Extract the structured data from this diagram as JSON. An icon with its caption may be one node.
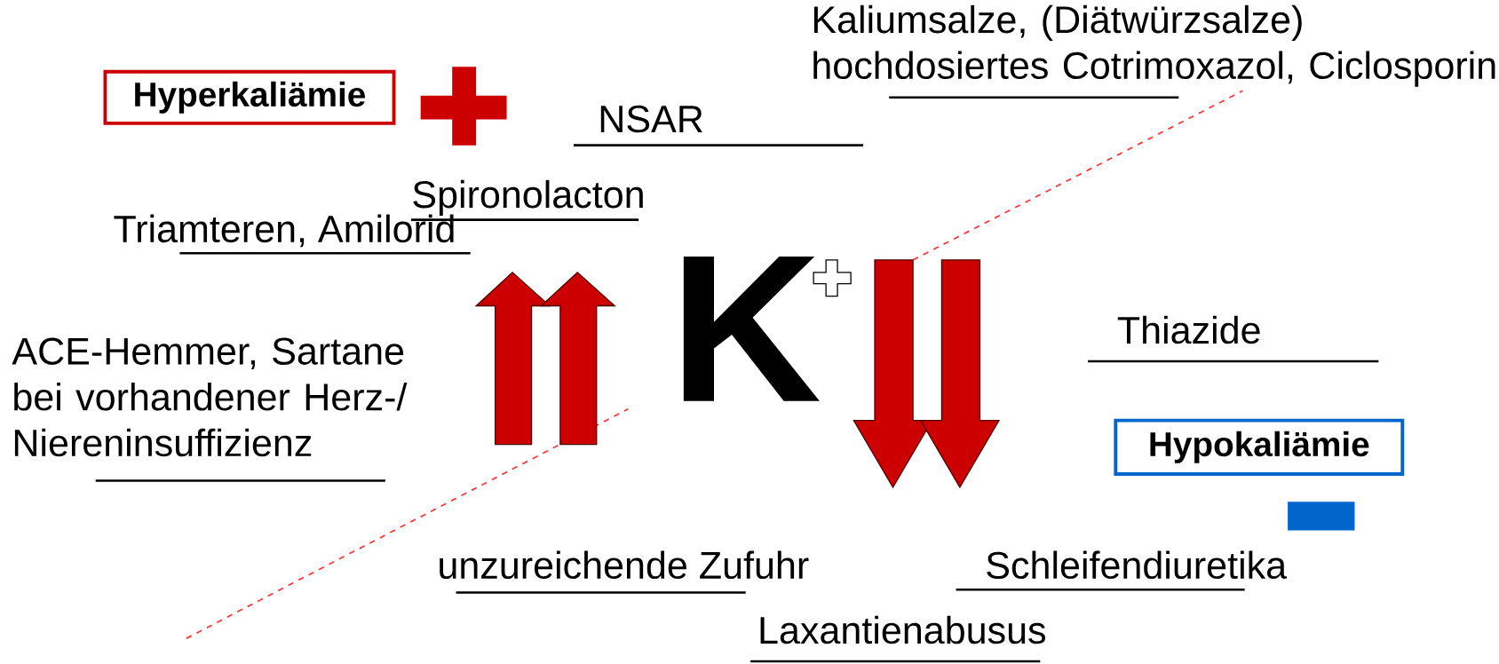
{
  "diagram": {
    "nodes": [
      {
        "text": [
          "Hyperkaliämie"
        ]
      },
      {
        "text": [
          "Hypokaliämie"
        ]
      },
      {
        "text": [],
        "shape": "cross"
      },
      {
        "text": [],
        "shape": "bar"
      }
    ],
    "labels": [
      "Kaliumsalze, (Diätwürzsalze) hochdosiertes Cotrimoxazol, Ciclosporin",
      "NSAR",
      "Spironolacton",
      "Triamteren, Amilorid",
      "K",
      "Thiazide",
      "ACE-Hemmer, Sartane bei vorhandener Herz-/ Niereninsuffizienz",
      "unzureichende Zufuhr",
      "Schleifendiuretika",
      "Laxantienabusus"
    ]
  }
}
